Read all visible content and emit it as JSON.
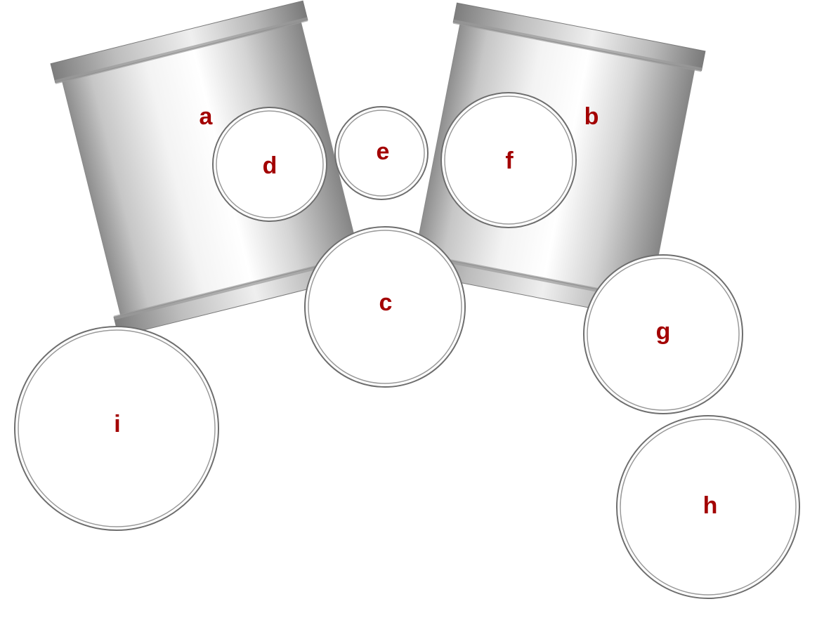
{
  "colors": {
    "label": "#a30000",
    "background": "#ffffff",
    "drum_shell_light": "#f4f4f4",
    "drum_shell_dark": "#8c8c8c",
    "drum_head": "#ffffff",
    "drum_rim": "#6e6e6e"
  },
  "drums": {
    "a": "a",
    "b": "b",
    "c": "c",
    "d": "d",
    "e": "e",
    "f": "f",
    "g": "g",
    "h": "h",
    "i": "i"
  }
}
